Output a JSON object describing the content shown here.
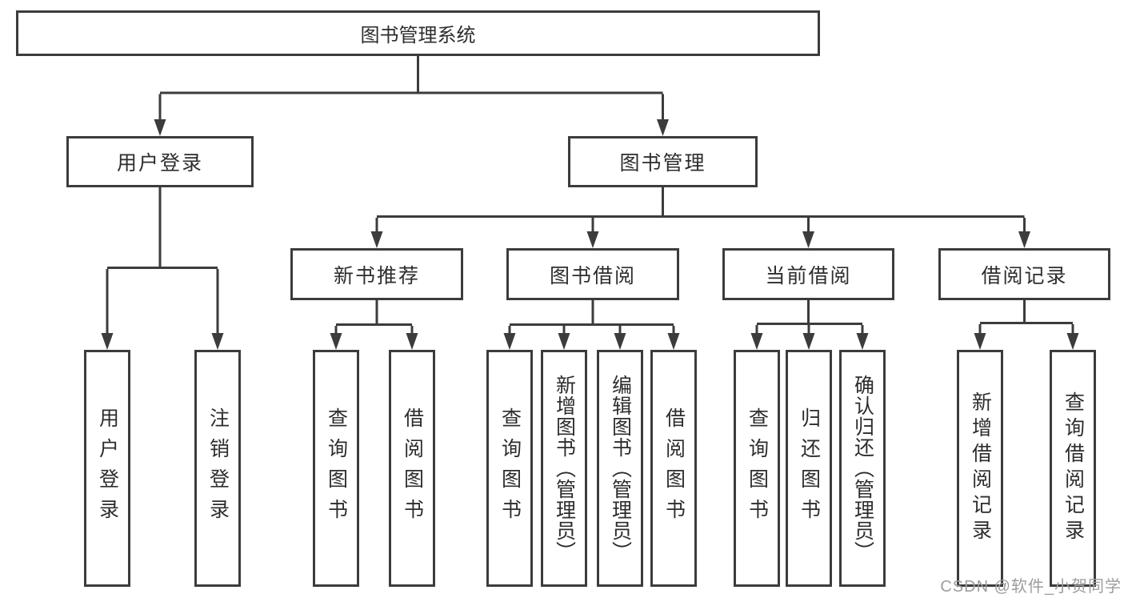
{
  "diagram_title": "图书管理系统",
  "tree": {
    "label": "图书管理系统",
    "children": [
      {
        "label": "用户登录",
        "children": [
          {
            "label": "用户登录"
          },
          {
            "label": "注销登录"
          }
        ]
      },
      {
        "label": "图书管理",
        "children": [
          {
            "label": "新书推荐",
            "children": [
              {
                "label": "查询图书"
              },
              {
                "label": "借阅图书"
              }
            ]
          },
          {
            "label": "图书借阅",
            "children": [
              {
                "label": "查询图书"
              },
              {
                "label": "新增图书（管理员）"
              },
              {
                "label": "编辑图书（管理员）"
              },
              {
                "label": "借阅图书"
              }
            ]
          },
          {
            "label": "当前借阅",
            "children": [
              {
                "label": "查询图书"
              },
              {
                "label": "归还图书"
              },
              {
                "label": "确认归还（管理员）"
              }
            ]
          },
          {
            "label": "借阅记录",
            "children": [
              {
                "label": "新增借阅记录"
              },
              {
                "label": "查询借阅记录"
              }
            ]
          }
        ]
      }
    ]
  },
  "watermark": {
    "text": "CSDN @软件_小贺同学"
  },
  "colors": {
    "line": "#3c3c3c",
    "text": "#2d2d2d",
    "background": "#ffffff",
    "watermark": "#9d9d9d"
  }
}
